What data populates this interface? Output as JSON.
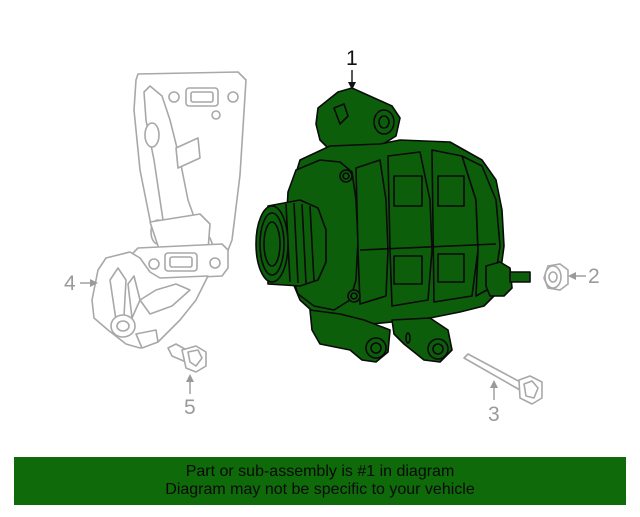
{
  "diagram": {
    "callouts": [
      {
        "number": "1",
        "part": "alternator",
        "highlighted": true
      },
      {
        "number": "2",
        "part": "nut",
        "highlighted": false
      },
      {
        "number": "3",
        "part": "bolt",
        "highlighted": false
      },
      {
        "number": "4",
        "part": "mounting-bracket",
        "highlighted": false
      },
      {
        "number": "5",
        "part": "bracket-bolt",
        "highlighted": false
      }
    ],
    "colors": {
      "highlight_fill": "#0d5e0a",
      "highlight_stroke": "#0a0a0a",
      "other_parts_stroke": "#a8a8a8",
      "callout_gray": "#9a9a9a"
    }
  },
  "banner": {
    "line1": "Part or sub-assembly is #1 in diagram",
    "line2": "Diagram may not be specific to your vehicle",
    "background": "#0f6a0a"
  }
}
